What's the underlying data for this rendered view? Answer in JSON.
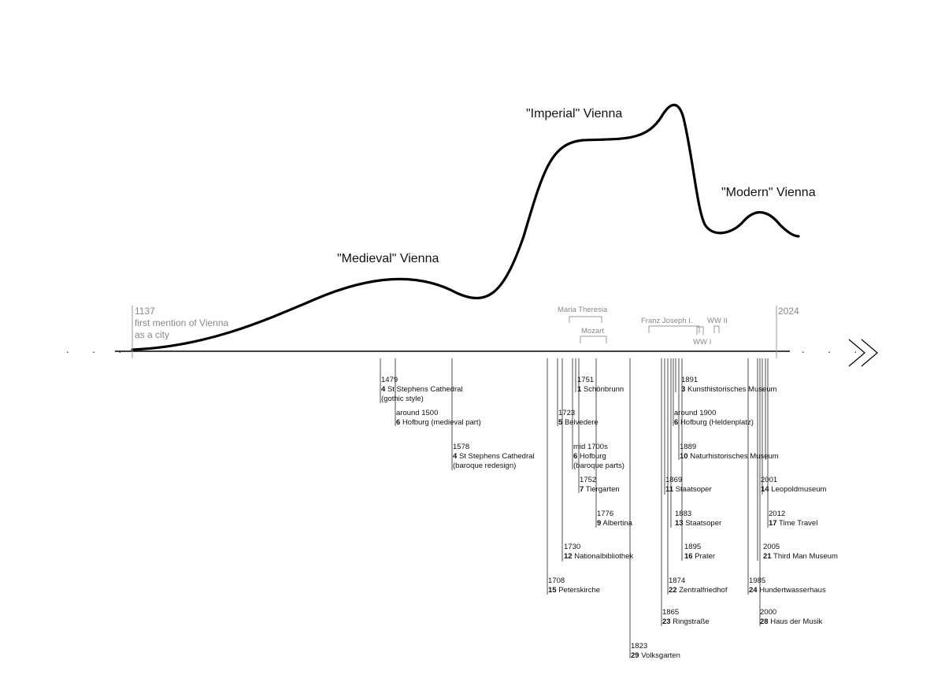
{
  "eras": [
    {
      "id": "medieval",
      "label": "\"Medieval\" Vienna"
    },
    {
      "id": "imperial",
      "label": "\"Imperial\"  Vienna"
    },
    {
      "id": "modern",
      "label": "\"Modern\" Vienna"
    }
  ],
  "timeline": {
    "start_year": "1137",
    "start_note_1": "first mention of Vienna",
    "start_note_2": "as a city",
    "end_year": "2024",
    "leading_dots": ". . .",
    "trailing_dots": ". . ."
  },
  "periods": [
    {
      "id": "maria-theresia",
      "label": "Maria Theresia"
    },
    {
      "id": "mozart",
      "label": "Mozart"
    },
    {
      "id": "franz-joseph",
      "label": "Franz Joseph I."
    },
    {
      "id": "ww1",
      "label": "WW I"
    },
    {
      "id": "ww2",
      "label": "WW II"
    }
  ],
  "events": [
    {
      "date": "1479",
      "num": "4",
      "name": "St Stephens Cathedral",
      "note": "(gothic style)"
    },
    {
      "date": "around 1500",
      "num": "6",
      "name": "Hofburg (medieval part)",
      "note": ""
    },
    {
      "date": "1578",
      "num": "4",
      "name": "St Stephens Cathedral",
      "note": "(baroque redesign)"
    },
    {
      "date": "1751",
      "num": "1",
      "name": "Schönbrunn",
      "note": ""
    },
    {
      "date": "1723",
      "num": "5",
      "name": "Belvedere",
      "note": ""
    },
    {
      "date": "mid 1700s",
      "num": "6",
      "name": "Hofburg",
      "note": "(baroque parts)"
    },
    {
      "date": "1752",
      "num": "7",
      "name": "Tiergarten",
      "note": ""
    },
    {
      "date": "1776",
      "num": "9",
      "name": "Albertina",
      "note": ""
    },
    {
      "date": "1730",
      "num": "12",
      "name": "Nationalbibliothek",
      "note": ""
    },
    {
      "date": "1708",
      "num": "15",
      "name": "Peterskirche",
      "note": ""
    },
    {
      "date": "1823",
      "num": "29",
      "name": "Volksgarten",
      "note": ""
    },
    {
      "date": "1891",
      "num": "3",
      "name": "Kunsthistorisches Museum",
      "note": ""
    },
    {
      "date": "around 1900",
      "num": "6",
      "name": "Hofburg (Heldenplatz)",
      "note": ""
    },
    {
      "date": "1889",
      "num": "10",
      "name": "Naturhistorisches Museum",
      "note": ""
    },
    {
      "date": "1869",
      "num": "11",
      "name": "Staatsoper",
      "note": ""
    },
    {
      "date": "1883",
      "num": "13",
      "name": "Staatsoper",
      "note": ""
    },
    {
      "date": "1895",
      "num": "16",
      "name": "Prater",
      "note": ""
    },
    {
      "date": "1874",
      "num": "22",
      "name": "Zentralfriedhof",
      "note": ""
    },
    {
      "date": "1865",
      "num": "23",
      "name": "Ringstraße",
      "note": ""
    },
    {
      "date": "2001",
      "num": "14",
      "name": "Leopoldmuseum",
      "note": ""
    },
    {
      "date": "2012",
      "num": "17",
      "name": "Time Travel",
      "note": ""
    },
    {
      "date": "2005",
      "num": "21",
      "name": "Third Man Museum",
      "note": ""
    },
    {
      "date": "1985",
      "num": "24",
      "name": "Hundertwasserhaus",
      "note": ""
    },
    {
      "date": "2000",
      "num": "28",
      "name": "Haus der Musik",
      "note": ""
    }
  ]
}
